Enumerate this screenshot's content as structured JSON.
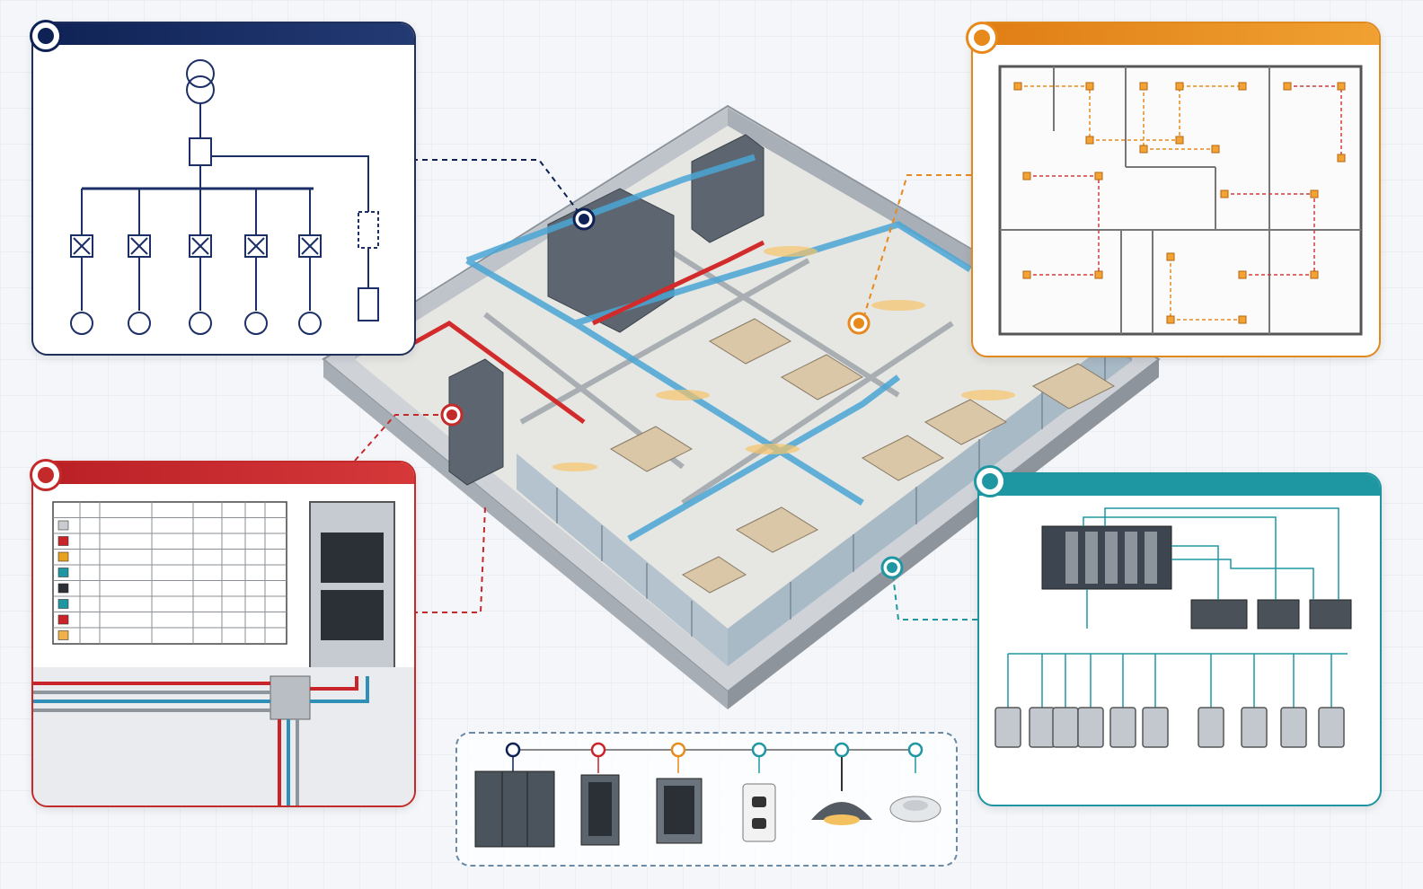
{
  "title": "",
  "panels": [
    {
      "id": "single-line",
      "accent": "#0f2255",
      "content": "single-line-diagram"
    },
    {
      "id": "floor-plan",
      "accent": "#e8891c",
      "content": "electrical-floor-plan"
    },
    {
      "id": "panel-schedule",
      "accent": "#c52a2a",
      "content": "panel-schedule-and-conduit"
    },
    {
      "id": "controls",
      "accent": "#1f97a3",
      "content": "control-wiring-diagram"
    }
  ],
  "schedule_swatches": [
    "#c9cdd2",
    "#c8242a",
    "#e8a21e",
    "#1f97a3",
    "#2b2f36",
    "#1f97a3",
    "#c8242a",
    "#f0b04a"
  ],
  "legend": {
    "node_colors": [
      "#0f2255",
      "#c8242a",
      "#e8891c",
      "#1f97a3",
      "#1f97a3",
      "#1f97a3"
    ],
    "items": [
      "switchgear-icon",
      "distribution-panel-icon",
      "sub-panel-icon",
      "receptacle-icon",
      "pendant-light-icon",
      "smoke-detector-icon"
    ]
  }
}
